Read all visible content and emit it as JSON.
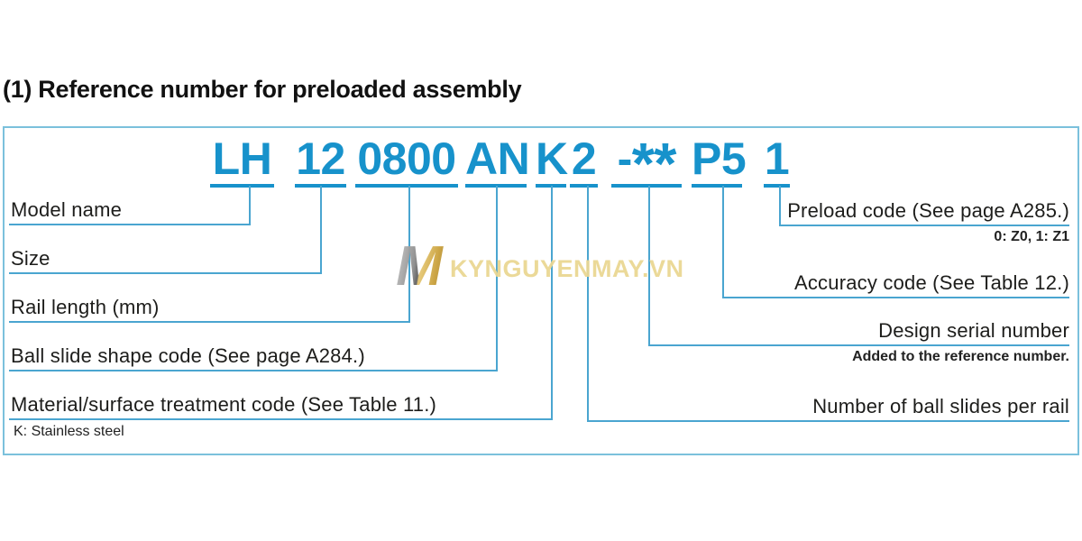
{
  "title": "(1) Reference number for preloaded assembly",
  "code": {
    "segments": [
      {
        "id": "model",
        "text": "LH"
      },
      {
        "id": "size",
        "text": "12"
      },
      {
        "id": "rail",
        "text": "0800"
      },
      {
        "id": "shape",
        "text": "AN"
      },
      {
        "id": "material",
        "text": "K"
      },
      {
        "id": "slides",
        "text": "2"
      },
      {
        "id": "serial",
        "text": "-**"
      },
      {
        "id": "accuracy",
        "text": "P5"
      },
      {
        "id": "preload",
        "text": "1"
      }
    ]
  },
  "labels": {
    "left": [
      {
        "id": "model",
        "text": "Model name"
      },
      {
        "id": "size",
        "text": "Size"
      },
      {
        "id": "rail",
        "text": "Rail length (mm)"
      },
      {
        "id": "shape",
        "text": "Ball slide shape code (See page A284.)"
      },
      {
        "id": "material",
        "text": "Material/surface treatment code (See Table 11.)",
        "note": "K: Stainless steel"
      }
    ],
    "right": [
      {
        "id": "preload",
        "text": "Preload code (See page A285.)",
        "note": "0: Z0, 1: Z1"
      },
      {
        "id": "accuracy",
        "text": "Accuracy code (See Table 12.)"
      },
      {
        "id": "serial",
        "text": "Design serial number",
        "note": "Added to the reference number."
      },
      {
        "id": "slides",
        "text": "Number of ball slides per rail"
      }
    ]
  },
  "watermark": {
    "logo_letter": "M",
    "text": "KYNGUYENMAY.VN"
  },
  "colors": {
    "code_blue": "#1792cb",
    "connector_blue": "#4aa5d0",
    "box_border": "#7bc1dc",
    "watermark_gold": "#ead793"
  }
}
